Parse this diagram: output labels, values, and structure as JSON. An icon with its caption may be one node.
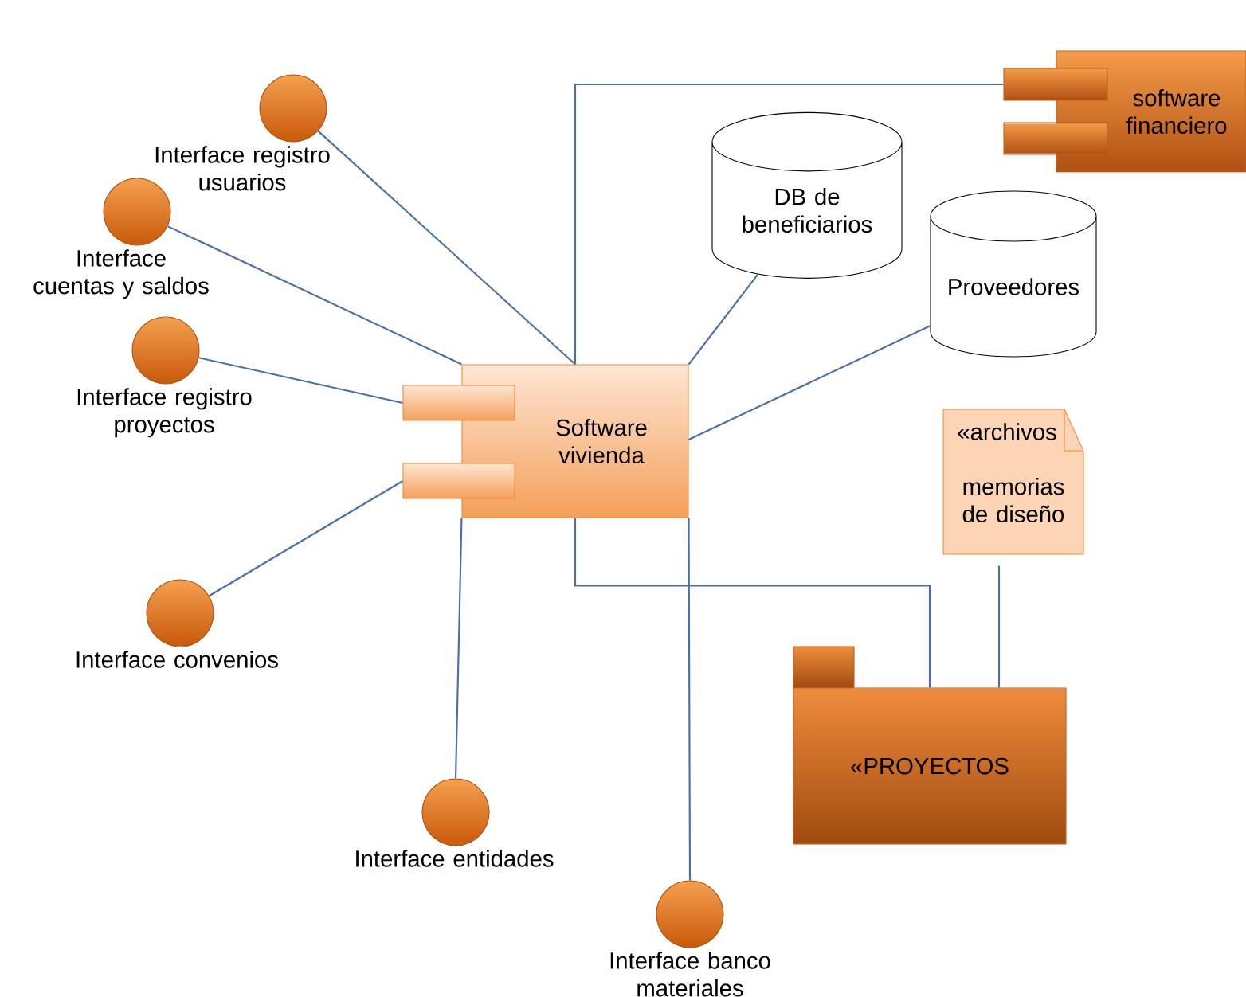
{
  "diagram": {
    "nodes": [
      {
        "text": [
          "Interface registro usuarios"
        ]
      },
      {
        "text": [
          "Interface cuentas y saldos"
        ]
      },
      {
        "text": [
          "Interface registro proyectos"
        ]
      },
      {
        "text": [
          "Software vivienda"
        ]
      },
      {
        "text": [
          "software financiero"
        ]
      },
      {
        "text": [
          "DB de beneficiarios"
        ]
      },
      {
        "text": [
          "Proveedores"
        ]
      },
      {
        "text": [
          "«archivos",
          "memorias de diseño"
        ]
      },
      {
        "text": [
          "Interface convenios"
        ]
      },
      {
        "text": [
          "«PROYECTOS"
        ]
      },
      {
        "text": [
          "Interface entidades"
        ]
      },
      {
        "text": [
          "Interface banco materiales"
        ]
      }
    ],
    "edges": [
      {
        "from": 0,
        "to": 3,
        "arrow": "none"
      },
      {
        "from": 1,
        "to": 3,
        "arrow": "none"
      },
      {
        "from": 2,
        "to": 3,
        "arrow": "none"
      },
      {
        "from": 3,
        "to": 4,
        "arrow": "none"
      },
      {
        "from": 3,
        "to": 5,
        "arrow": "none"
      },
      {
        "from": 3,
        "to": 6,
        "arrow": "none"
      },
      {
        "from": 3,
        "to": 9,
        "arrow": "none"
      },
      {
        "from": 7,
        "to": 9,
        "arrow": "none"
      },
      {
        "from": 8,
        "to": 3,
        "arrow": "none"
      },
      {
        "from": 3,
        "to": 10,
        "arrow": "none"
      },
      {
        "from": 3,
        "to": 11,
        "arrow": "none"
      }
    ]
  }
}
